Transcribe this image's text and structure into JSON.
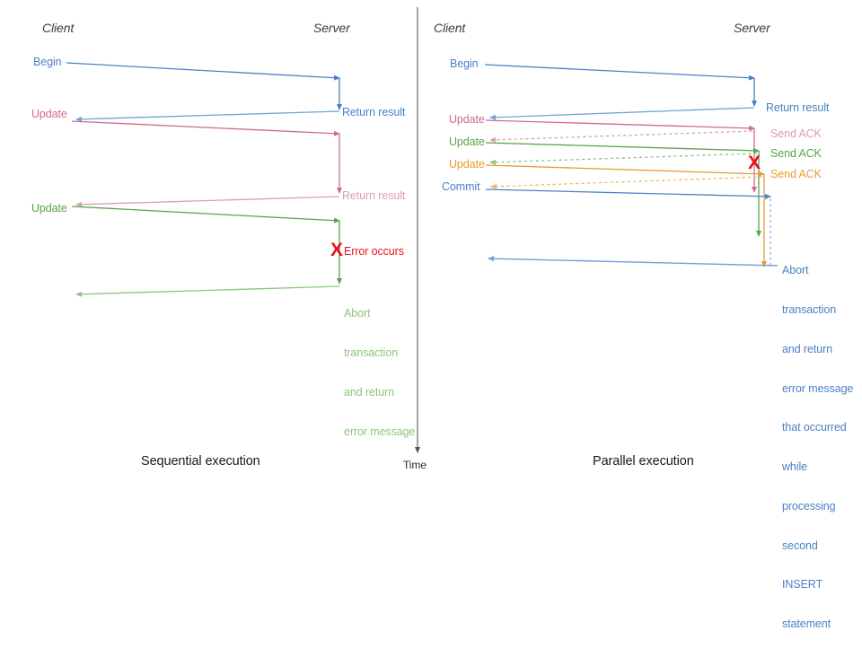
{
  "diagram": {
    "title": "Sequential vs parallel transaction execution sequence diagram",
    "colors": {
      "blue": "#4a81c4",
      "blue_dark": "#3a6fb5",
      "pink": "#cd6a92",
      "pink_light": "#dd9cb7",
      "green": "#5aa34a",
      "green_light": "#8dc57e",
      "orange": "#e89b33",
      "orange_light": "#f0b766",
      "red": "#e8131a",
      "axis": "#555555",
      "actor_text": "#3d3d3d",
      "caption_text": "#1a1a1a"
    },
    "time_axis": {
      "label": "Time",
      "icon": "down-arrow-icon"
    },
    "left_panel": {
      "caption": "Sequential execution",
      "actors": {
        "client": "Client",
        "server": "Server"
      },
      "client_messages": [
        {
          "label": "Begin",
          "color": "blue"
        },
        {
          "label": "Update",
          "color": "pink"
        },
        {
          "label": "Update",
          "color": "green"
        }
      ],
      "server_messages": [
        {
          "label": "Return result",
          "color": "blue"
        },
        {
          "label": "Return result",
          "color": "pink"
        }
      ],
      "error": {
        "marker": "X",
        "label": "Error occurs",
        "color": "red"
      },
      "abort_note": {
        "lines": [
          "Abort",
          "transaction",
          "and return",
          "error message"
        ],
        "color": "green"
      }
    },
    "right_panel": {
      "caption": "Parallel execution",
      "actors": {
        "client": "Client",
        "server": "Server"
      },
      "client_messages": [
        {
          "label": "Begin",
          "color": "blue"
        },
        {
          "label": "Update",
          "color": "pink"
        },
        {
          "label": "Update",
          "color": "green"
        },
        {
          "label": "Update",
          "color": "orange"
        },
        {
          "label": "Commit",
          "color": "blue"
        }
      ],
      "server_messages": [
        {
          "label": "Return result",
          "color": "blue"
        },
        {
          "label": "Send ACK",
          "color": "pink"
        },
        {
          "label": "Send ACK",
          "color": "green"
        },
        {
          "label": "Send ACK",
          "color": "orange"
        }
      ],
      "error": {
        "marker": "X",
        "color": "red"
      },
      "abort_note": {
        "lines": [
          "Abort",
          "transaction",
          "and return",
          "error message",
          "that occurred",
          "while",
          "processing",
          "second",
          "INSERT",
          "statement"
        ],
        "color": "blue"
      }
    }
  }
}
